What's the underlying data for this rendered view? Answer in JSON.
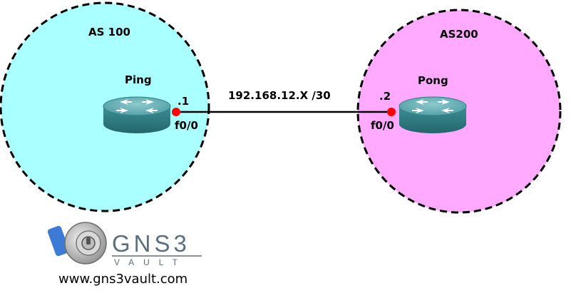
{
  "as_left": {
    "label": "AS 100",
    "color": "#aaffff"
  },
  "as_right": {
    "label": "AS200",
    "color": "#ffaaff"
  },
  "router_left": {
    "name": "Ping",
    "ip_suffix": ".1",
    "interface": "f0/0"
  },
  "router_right": {
    "name": "Pong",
    "ip_suffix": ".2",
    "interface": "f0/0"
  },
  "link": {
    "label": "192.168.12.X /30",
    "endpoint_color": "#ff0000"
  },
  "logo": {
    "name": "GNS3",
    "tagline": "VAULT",
    "url": "www.gns3vault.com"
  },
  "colors": {
    "router_top": "#5aa6ac",
    "router_side": "#2f7f86"
  }
}
